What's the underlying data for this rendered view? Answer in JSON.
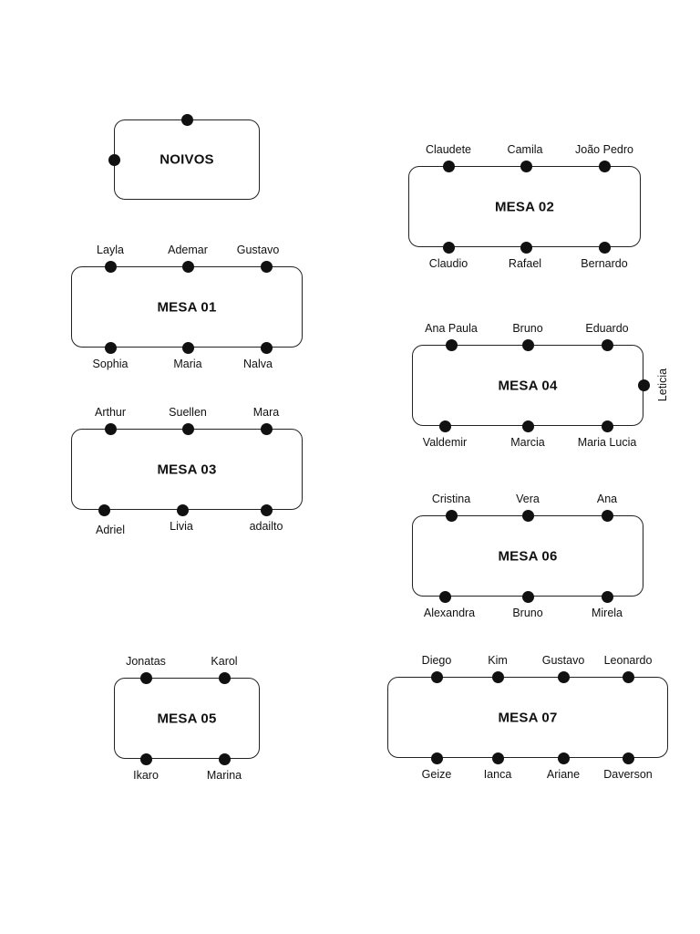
{
  "tables": [
    {
      "id": "noivos",
      "name": "NOIVOS",
      "seats": [
        {
          "side": "top",
          "guest": ""
        },
        {
          "side": "left",
          "guest": ""
        }
      ]
    },
    {
      "id": "mesa-01",
      "name": "MESA 01",
      "top": [
        "Layla",
        "Ademar",
        "Gustavo"
      ],
      "bottom": [
        "Sophia",
        "Maria",
        "Nalva"
      ]
    },
    {
      "id": "mesa-02",
      "name": "MESA 02",
      "top": [
        "Claudete",
        "Camila",
        "João Pedro"
      ],
      "bottom": [
        "Claudio",
        "Rafael",
        "Bernardo"
      ]
    },
    {
      "id": "mesa-03",
      "name": "MESA 03",
      "top": [
        "Arthur",
        "Suellen",
        "Mara"
      ],
      "bottom": [
        "Adriel",
        "Livia",
        "adailto"
      ]
    },
    {
      "id": "mesa-04",
      "name": "MESA 04",
      "top": [
        "Ana Paula",
        "Bruno",
        "Eduardo"
      ],
      "bottom": [
        "Valdemir",
        "Marcia",
        "Maria Lucia"
      ],
      "right": [
        "Leticia"
      ]
    },
    {
      "id": "mesa-05",
      "name": "MESA 05",
      "top": [
        "Jonatas",
        "Karol"
      ],
      "bottom": [
        "Ikaro",
        "Marina"
      ]
    },
    {
      "id": "mesa-06",
      "name": "MESA 06",
      "top": [
        "Cristina",
        "Vera",
        "Ana"
      ],
      "bottom": [
        "Alexandra",
        "Bruno",
        "Mirela"
      ]
    },
    {
      "id": "mesa-07",
      "name": "MESA 07",
      "top": [
        "Diego",
        "Kim",
        "Gustavo",
        "Leonardo"
      ],
      "bottom": [
        "Geize",
        "Ianca",
        "Ariane",
        "Daverson"
      ]
    }
  ]
}
